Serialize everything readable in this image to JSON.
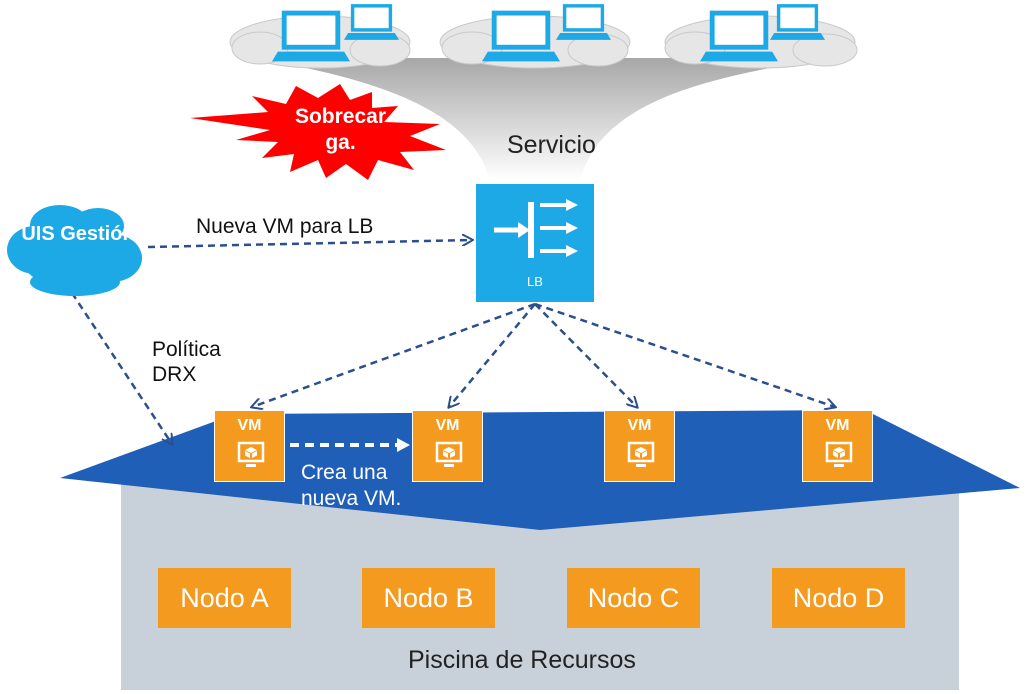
{
  "labels": {
    "service": "Servicio",
    "overload": "Sobrecar ga.",
    "new_vm_for_lb": "Nueva VM para LB",
    "uis_management": "UIS Gestión",
    "drx_policy": "Política DRX",
    "lb": "LB",
    "creates_new_vm": "Crea una nueva VM.",
    "resource_pool": "Piscina de Recursos"
  },
  "vms": [
    {
      "label": "VM"
    },
    {
      "label": "VM"
    },
    {
      "label": "VM"
    },
    {
      "label": "VM"
    }
  ],
  "nodes": [
    {
      "label": "Nodo A"
    },
    {
      "label": "Nodo B"
    },
    {
      "label": "Nodo C"
    },
    {
      "label": "Nodo D"
    }
  ],
  "colors": {
    "accent_blue": "#1f5fb8",
    "sky_blue": "#1da9e5",
    "orange": "#f39a1f",
    "alert_red": "#ff0000",
    "pool_gray": "#c8d1da",
    "arrow_dark": "#2b4f8e"
  }
}
